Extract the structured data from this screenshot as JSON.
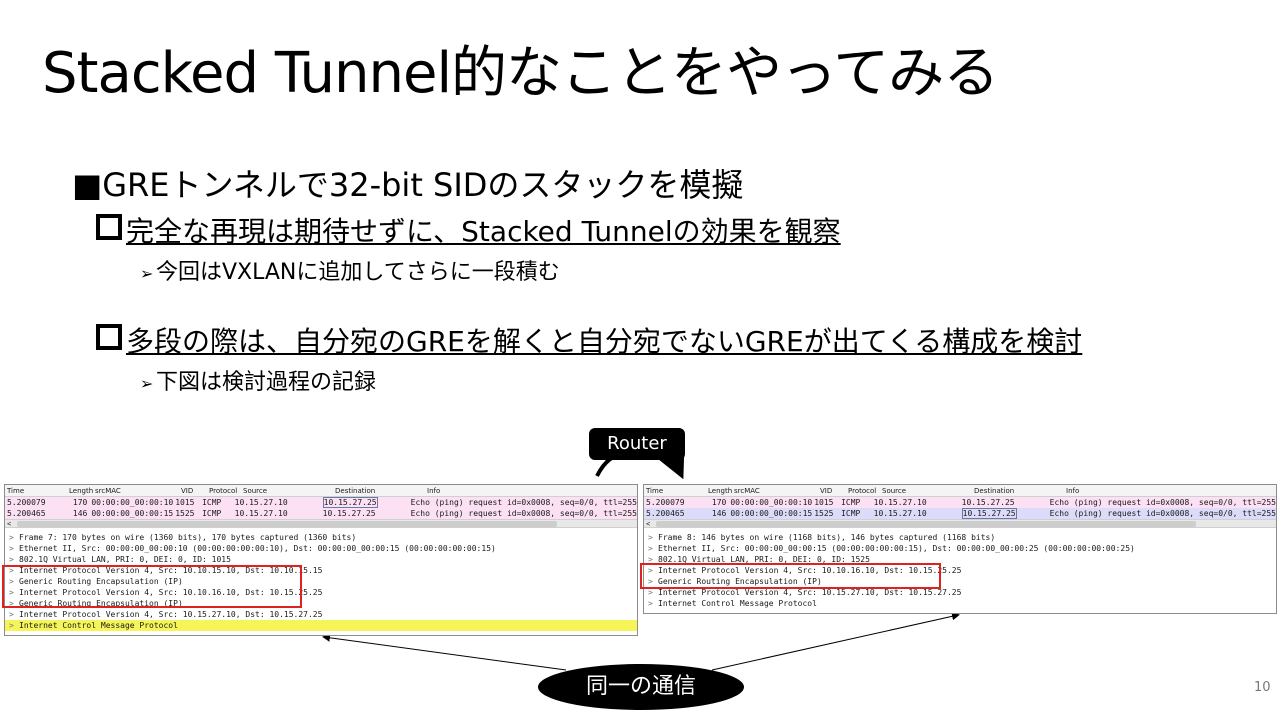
{
  "slide": {
    "title": "Stacked Tunnel的なことをやってみる",
    "bullet1": "■GREトンネルで32-bit SIDのスタックを模擬",
    "sub1": "完全な再現は期待せずに、Stacked Tunnelの効果を観察",
    "sub1_note": "今回はVXLANに追加してさらに一段積む",
    "sub2": "多段の際は、自分宛のGREを解くと自分宛でないGREが出てくる構成を検討",
    "sub2_note": "下図は検討過程の記録",
    "router_label": "Router",
    "footer_label": "同一の通信",
    "page_number": "10"
  },
  "columns": [
    "Time",
    "Length",
    "srcMAC",
    "VID",
    "Protocol",
    "Source",
    "Destination",
    "Info"
  ],
  "left_capture": {
    "rows": [
      {
        "time": "5.200079",
        "len": "170",
        "mac": "00:00:00_00:00:10",
        "vid": "1015",
        "proto": "ICMP",
        "src": "10.15.27.10",
        "dst": "10.15.27.25",
        "info": "Echo (ping) request  id=0x0008, seq=0/0, ttl=255"
      },
      {
        "time": "5.200465",
        "len": "146",
        "mac": "00:00:00_00:00:15",
        "vid": "1525",
        "proto": "ICMP",
        "src": "10.15.27.10",
        "dst": "10.15.27.25",
        "info": "Echo (ping) request  id=0x0008, seq=0/0, ttl=255"
      }
    ],
    "details": [
      "Frame 7: 170 bytes on wire (1360 bits), 170 bytes captured (1360 bits)",
      "Ethernet II, Src: 00:00:00_00:00:10 (00:00:00:00:00:10), Dst: 00:00:00_00:00:15 (00:00:00:00:00:15)",
      "802.1Q Virtual LAN, PRI: 0, DEI: 0, ID: 1015",
      "Internet Protocol Version 4, Src: 10.10.15.10, Dst: 10.10.15.15",
      "Generic Routing Encapsulation (IP)",
      "Internet Protocol Version 4, Src: 10.10.16.10, Dst: 10.15.25.25",
      "Generic Routing Encapsulation (IP)",
      "Internet Protocol Version 4, Src: 10.15.27.10, Dst: 10.15.27.25",
      "Internet Control Message Protocol"
    ]
  },
  "right_capture": {
    "rows": [
      {
        "time": "5.200079",
        "len": "170",
        "mac": "00:00:00_00:00:10",
        "vid": "1015",
        "proto": "ICMP",
        "src": "10.15.27.10",
        "dst": "10.15.27.25",
        "info": "Echo (ping) request  id=0x0008, seq=0/0, ttl=255"
      },
      {
        "time": "5.200465",
        "len": "146",
        "mac": "00:00:00_00:00:15",
        "vid": "1525",
        "proto": "ICMP",
        "src": "10.15.27.10",
        "dst": "10.15.27.25",
        "info": "Echo (ping) request  id=0x0008, seq=0/0, ttl=255"
      }
    ],
    "details": [
      "Frame 8: 146 bytes on wire (1168 bits), 146 bytes captured (1168 bits)",
      "Ethernet II, Src: 00:00:00_00:00:15 (00:00:00:00:00:15), Dst: 00:00:00_00:00:25 (00:00:00:00:00:25)",
      "802.1Q Virtual LAN, PRI: 0, DEI: 0, ID: 1525",
      "Internet Protocol Version 4, Src: 10.10.16.10, Dst: 10.15.25.25",
      "Generic Routing Encapsulation (IP)",
      "Internet Protocol Version 4, Src: 10.15.27.10, Dst: 10.15.27.25",
      "Internet Control Message Protocol"
    ]
  },
  "colors": {
    "row_icmp_pink": "#fce0f4",
    "row_icmp_blue": "#dcdcfa",
    "highlight_yellow": "#f5f55a",
    "red_box": "#dd2222"
  }
}
